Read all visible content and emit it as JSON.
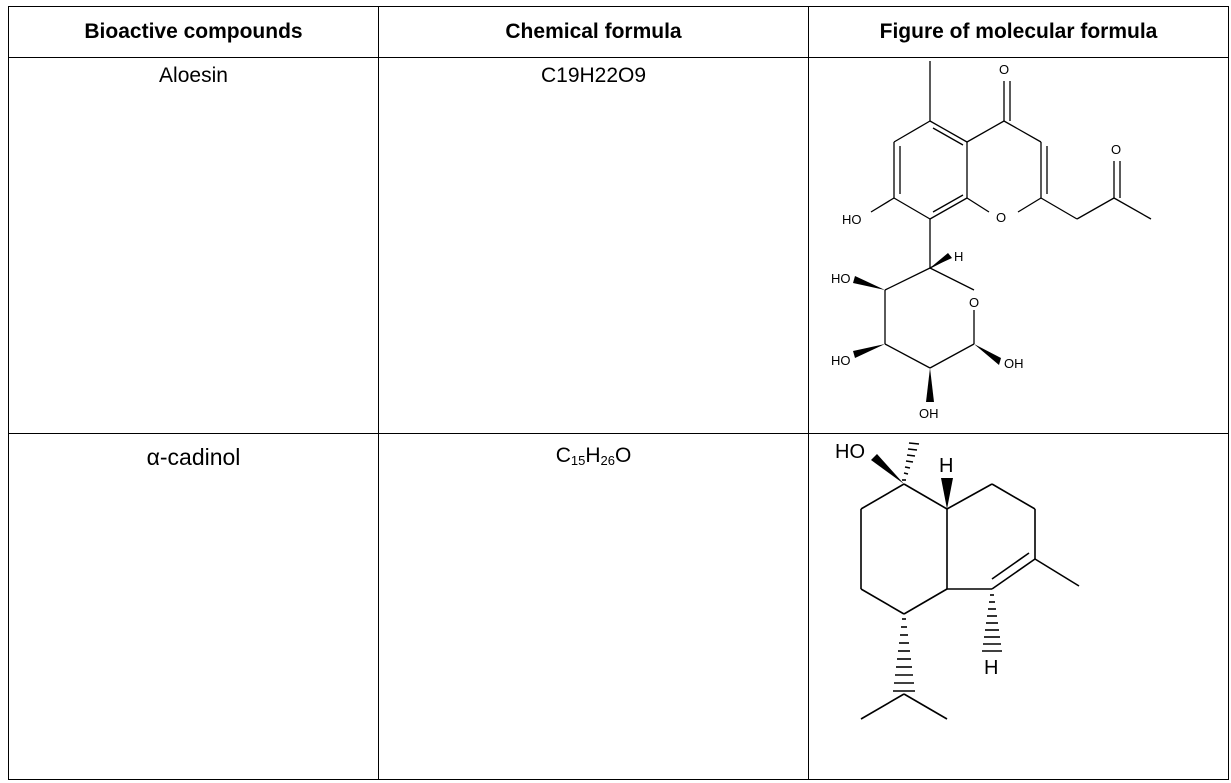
{
  "table": {
    "headers": [
      "Bioactive compounds",
      "Chemical formula",
      "Figure of molecular formula"
    ],
    "rows": [
      {
        "compound": "Aloesin",
        "formula": "C19H22O9",
        "structure_icon": "aloesin-structure-icon",
        "structure_labels": {
          "o_ketone": "O",
          "o_side": "O",
          "ho_phenol": "HO",
          "o_ring": "O",
          "h_stereo": "H",
          "ho_sugar1": "HO",
          "o_sugar_ring": "O",
          "ho_sugar2": "HO",
          "oh_sugar3": "OH",
          "oh_sugar4": "OH"
        }
      },
      {
        "compound": "α-cadinol",
        "formula_parts": {
          "c": "C",
          "c_sub": "15",
          "h": "H",
          "h_sub": "26",
          "o": "O"
        },
        "structure_icon": "alpha-cadinol-structure-icon",
        "structure_labels": {
          "ho": "HO",
          "h_top": "H",
          "h_bottom": "H"
        }
      }
    ]
  }
}
